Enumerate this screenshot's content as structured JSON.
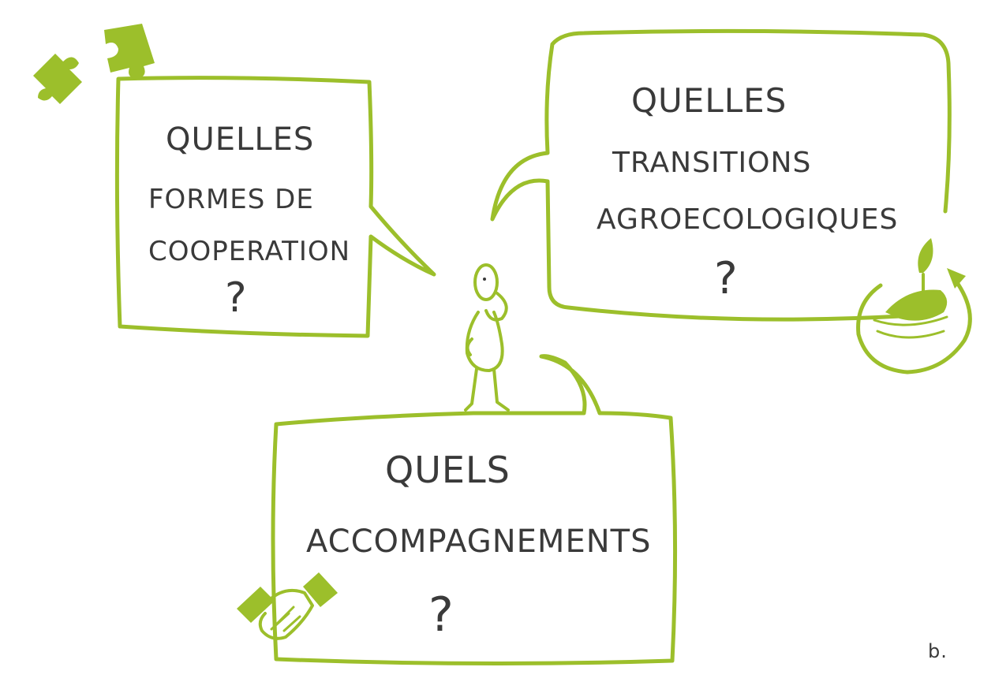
{
  "bubbles": {
    "cooperation": {
      "lines": [
        "QUELLES",
        "FORMES  DE",
        "COOPERATION"
      ],
      "question_mark": "?"
    },
    "transitions": {
      "lines": [
        "QUELLES",
        "TRANSITIONS",
        "AGROECOLOGIQUES"
      ],
      "question_mark": "?"
    },
    "accompagnements": {
      "lines": [
        "QUELS",
        "ACCOMPAGNEMENTS"
      ],
      "question_mark": "?"
    }
  },
  "signature": "b.",
  "icons": [
    "puzzle-icon",
    "sprouting-hand-icon",
    "handshake-icon",
    "thinking-person-figure"
  ],
  "colors": {
    "accent": "#9cbf2b",
    "text": "#3a3a3a",
    "background": "#ffffff"
  }
}
